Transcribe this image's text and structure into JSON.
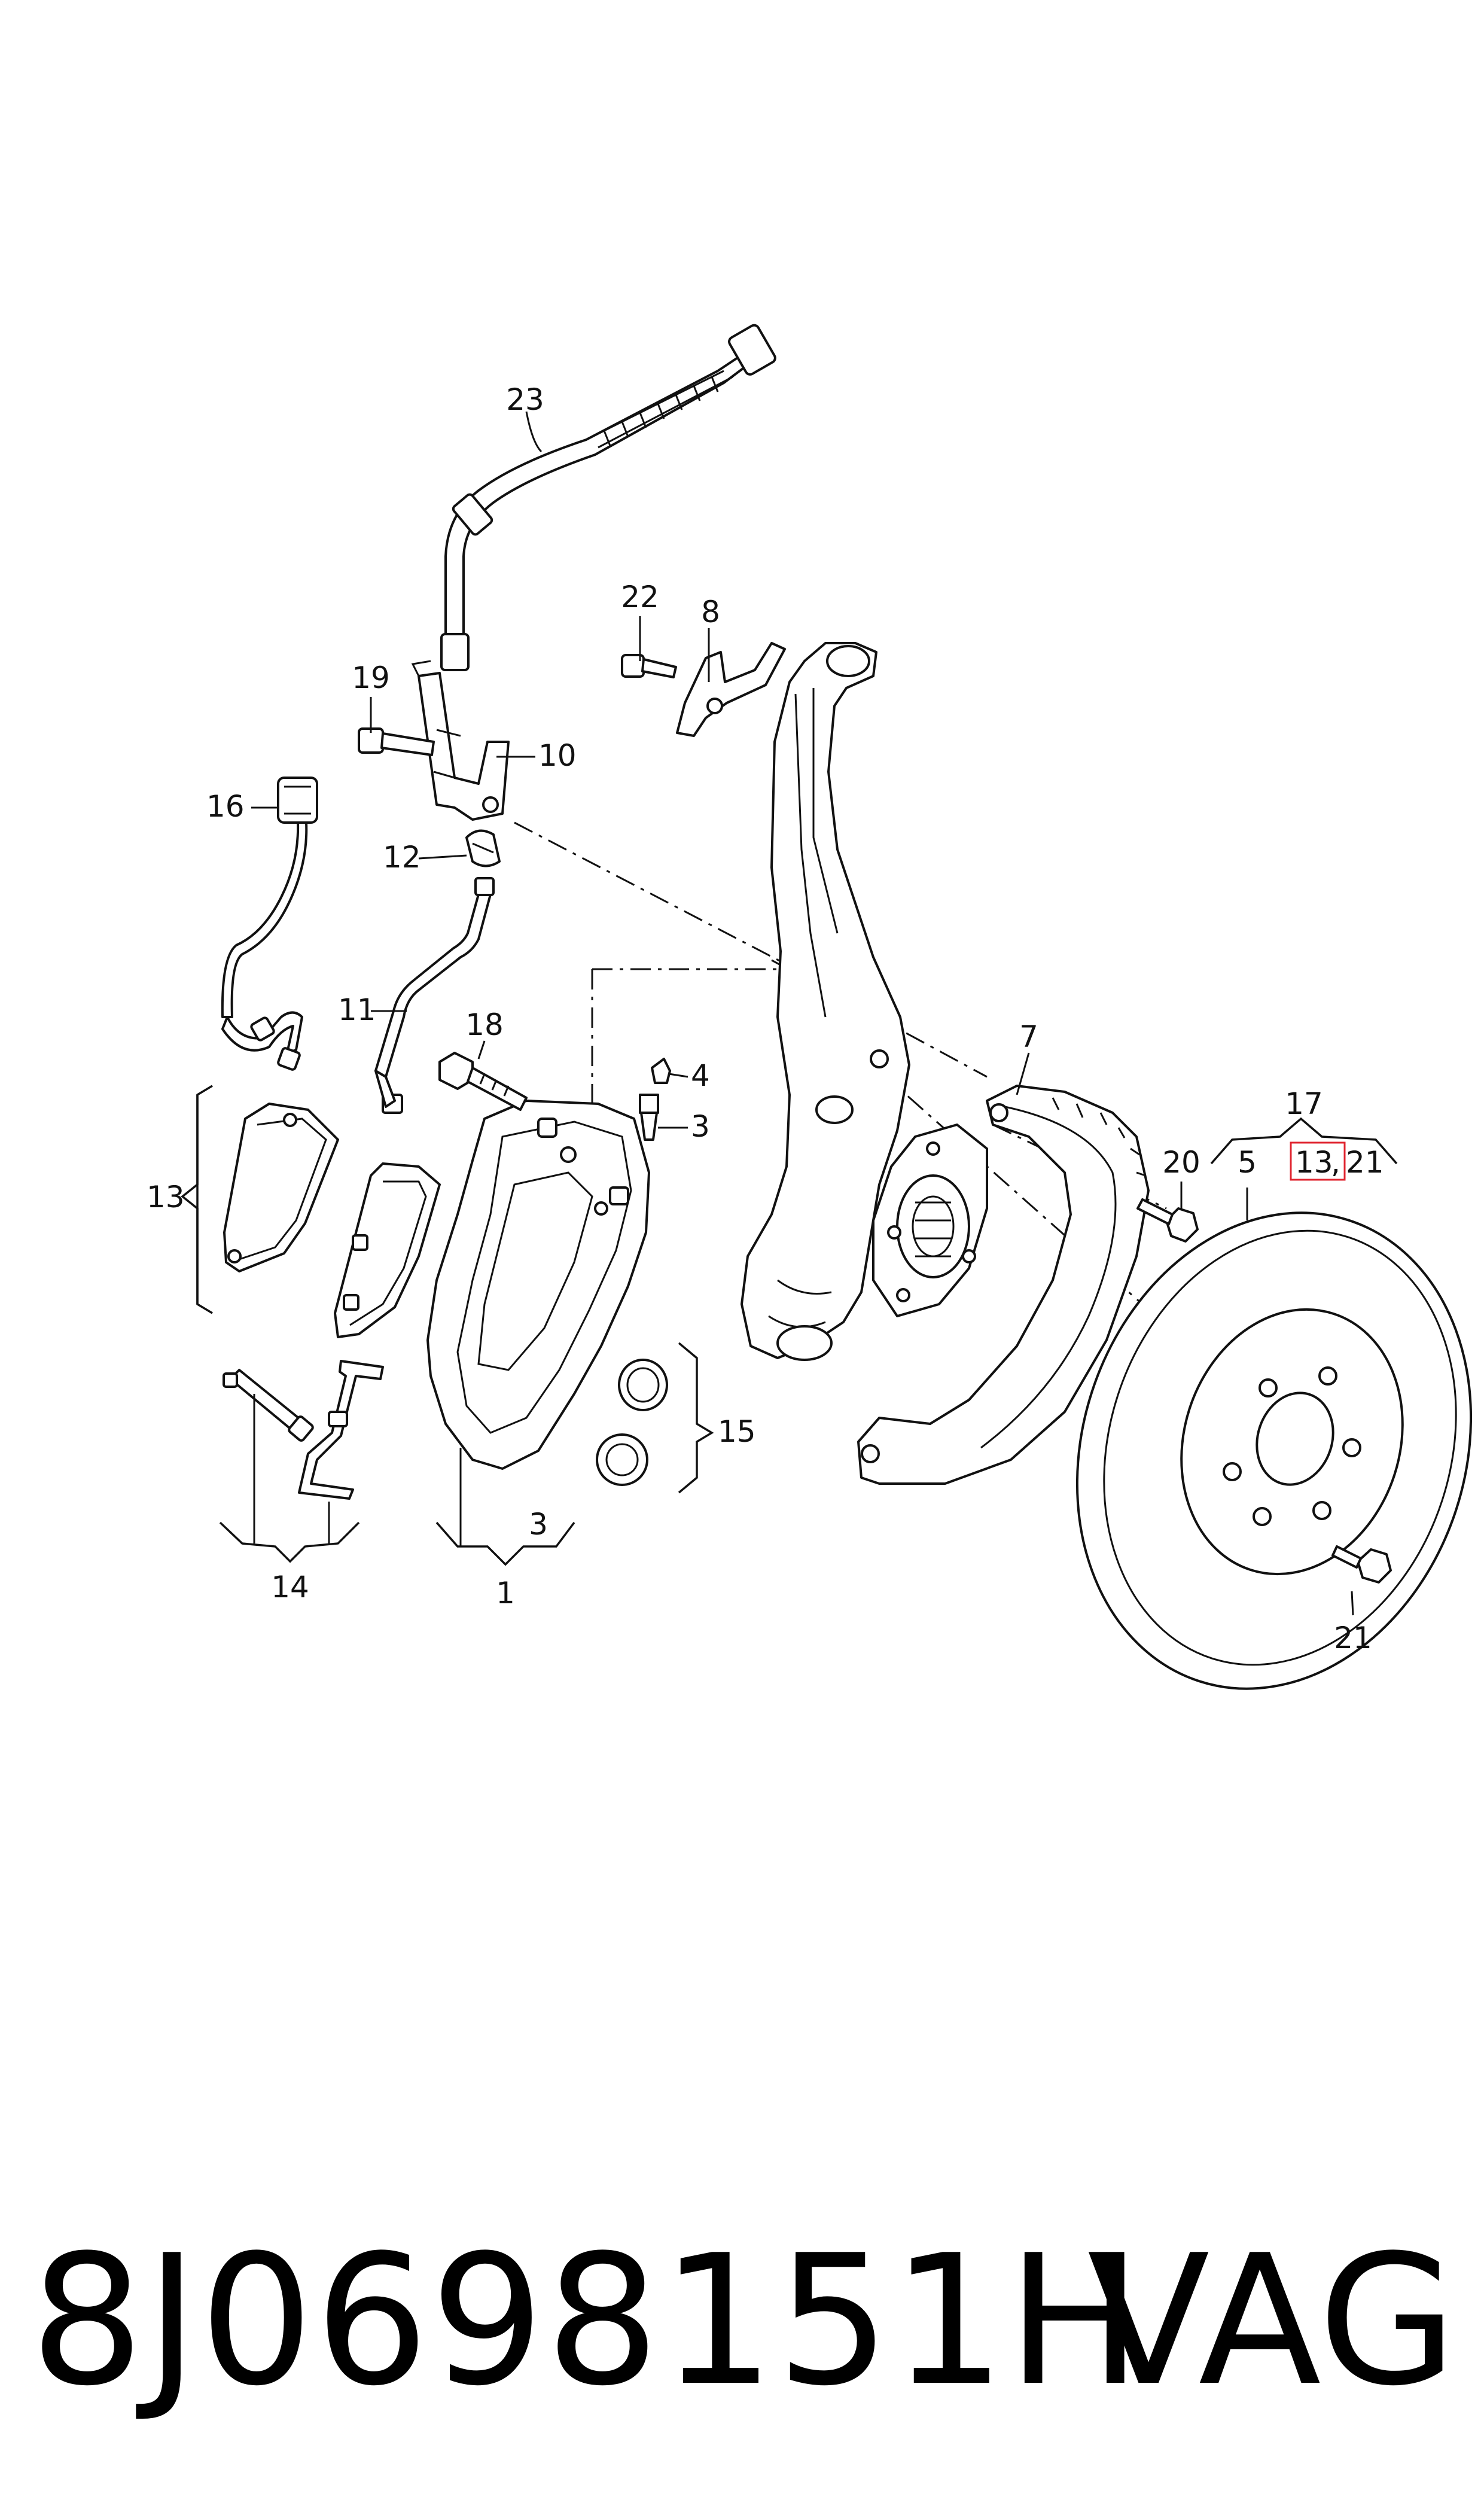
{
  "callouts": {
    "c1": "1",
    "c3a": "3",
    "c3b": "3",
    "c4": "4",
    "c5": "5",
    "c7": "7",
    "c8": "8",
    "c10": "10",
    "c11": "11",
    "c12": "12",
    "c13a": "13",
    "c13b": "13",
    "c14": "14",
    "c15": "15",
    "c16": "16",
    "c17": "17",
    "c18": "18",
    "c19": "19",
    "c20": "20",
    "c21a": "21",
    "c21b": "21",
    "c22": "22",
    "c23": "23",
    "comma": ","
  },
  "highlight": {
    "color": "#e0242f"
  },
  "footer": {
    "part_number": "8J0698151H",
    "brand": "VAG"
  }
}
